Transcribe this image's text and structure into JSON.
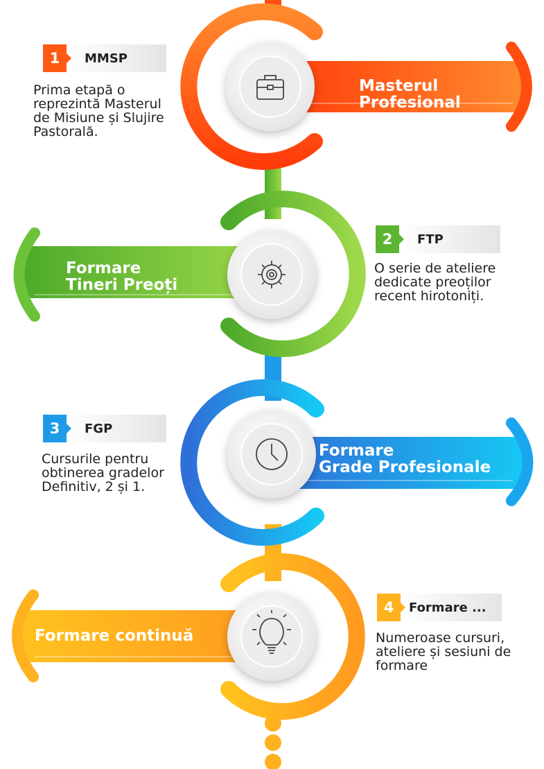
{
  "steps": [
    {
      "num": "1",
      "abbr": "MMSP",
      "title_lines": [
        "Masterul",
        "Profesional"
      ],
      "desc_lines": [
        "Prima etapă o",
        "reprezintă Masterul",
        "de Misiune și Slujire",
        "Pastorală."
      ],
      "icon": "briefcase-icon",
      "color_a": "#ff4e10",
      "color_b": "#ff8a2e"
    },
    {
      "num": "2",
      "abbr": "FTP",
      "title_lines": [
        "Formare",
        "Tineri Preoți"
      ],
      "desc_lines": [
        "O serie de ateliere",
        "dedicate preoților",
        "recent hirotoniți."
      ],
      "icon": "gear-icon",
      "color_a": "#5cb531",
      "color_b": "#9ed94a"
    },
    {
      "num": "3",
      "abbr": "FGP",
      "title_lines": [
        "Formare",
        "Grade Profesionale"
      ],
      "desc_lines": [
        "Cursurile pentru",
        "obtinerea gradelor",
        "Definitiv, 2 și 1."
      ],
      "icon": "clock-icon",
      "color_a": "#2f7fe0",
      "color_b": "#19c7f2"
    },
    {
      "num": "4",
      "abbr": "Formare ...",
      "title_lines": [
        "Formare continuă"
      ],
      "desc_lines": [
        "Numeroase cursuri,",
        "ateliere și sesiuni de",
        "formare"
      ],
      "icon": "lightbulb-icon",
      "color_a": "#ffa21f",
      "color_b": "#ffd21f"
    }
  ]
}
